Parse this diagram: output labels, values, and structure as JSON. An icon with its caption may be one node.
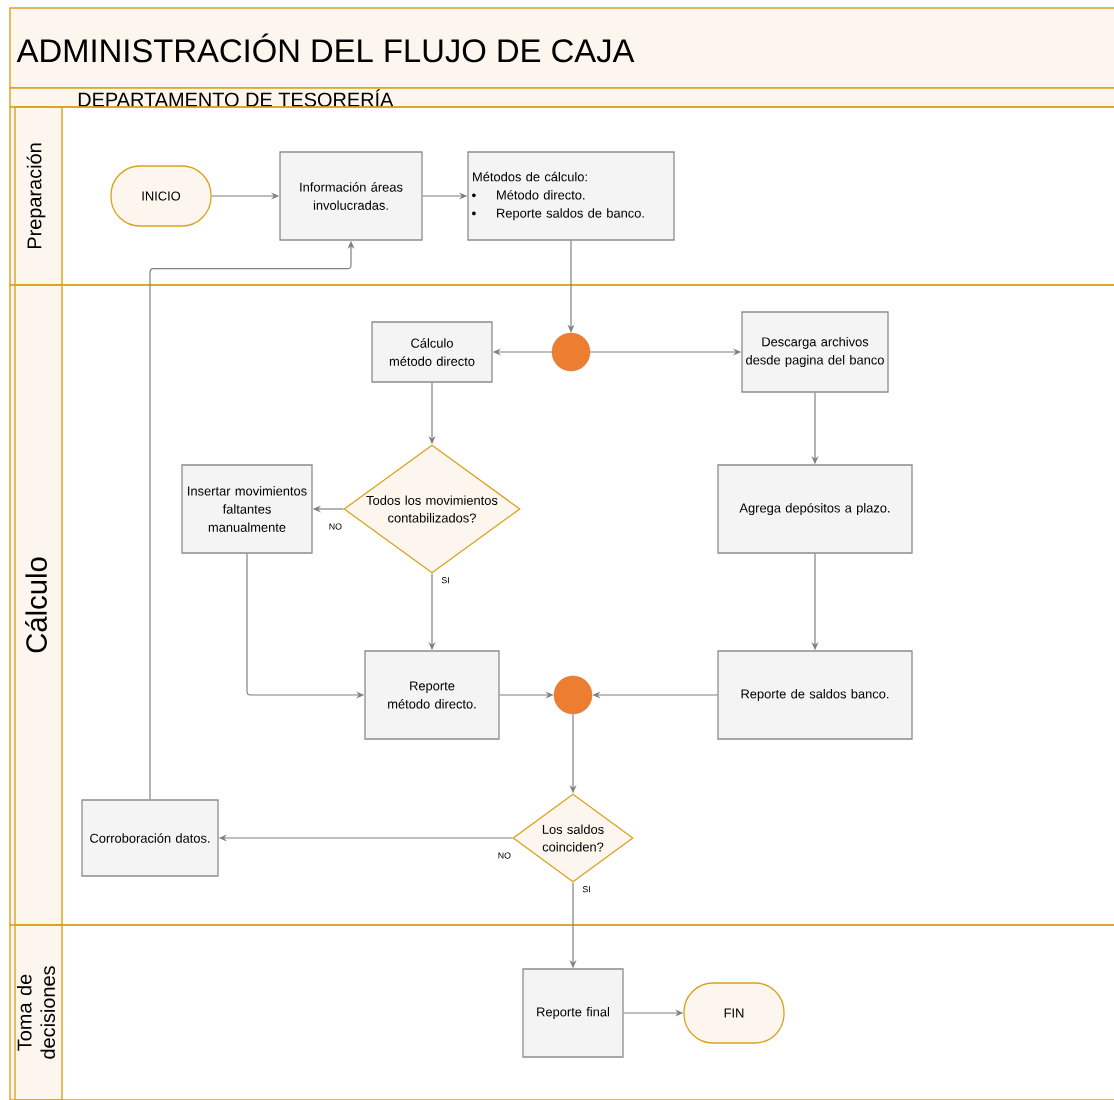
{
  "diagram": {
    "title": "ADMINISTRACIÓN DEL FLUJO DE CAJA",
    "nodes": [
      {
        "text": [
          "DEPARTAMENTO DE TESORERÍA"
        ]
      },
      {
        "text": [
          "Preparación"
        ]
      },
      {
        "text": [
          "Cálculo"
        ]
      },
      {
        "text": [
          "Toma de decisiones"
        ]
      },
      {
        "text": [
          "INICIO"
        ],
        "in": 1
      },
      {
        "text": [
          "Información áreas involucradas."
        ],
        "in": 1
      },
      {
        "text": [
          "Métodos de cálculo:",
          "Método directo.",
          "Reporte saldos de banco."
        ],
        "in": 1
      },
      {
        "text": [],
        "shape": "circle",
        "in": 2
      },
      {
        "text": [
          "Cálculo método directo"
        ],
        "in": 2
      },
      {
        "text": [
          "Descarga archivos desde pagina del banco"
        ],
        "in": 2
      },
      {
        "text": [
          "Todos los movimientos contabilizados?"
        ],
        "in": 2
      },
      {
        "text": [
          "Insertar movimientos faltantes manualmente"
        ],
        "in": 2
      },
      {
        "text": [
          "Agrega depósitos a plazo."
        ],
        "in": 2
      },
      {
        "text": [
          "Reporte método directo."
        ],
        "in": 2
      },
      {
        "text": [],
        "shape": "circle",
        "in": 2
      },
      {
        "text": [
          "Reporte de saldos banco."
        ],
        "in": 2
      },
      {
        "text": [
          "Los saldos coinciden?"
        ],
        "in": 2
      },
      {
        "text": [
          "Corroboración datos."
        ],
        "in": 2
      },
      {
        "text": [
          "Reporte final"
        ],
        "in": 3
      },
      {
        "text": [
          "FIN"
        ],
        "in": 3
      }
    ],
    "edges": [
      {
        "from": 4,
        "to": 5,
        "arrow": "to"
      },
      {
        "from": 5,
        "to": 6,
        "arrow": "to"
      },
      {
        "from": 6,
        "to": 7,
        "arrow": "to"
      },
      {
        "from": 7,
        "to": 8,
        "arrow": "to"
      },
      {
        "from": 7,
        "to": 9,
        "arrow": "to"
      },
      {
        "from": 8,
        "to": 10,
        "arrow": "to"
      },
      {
        "from": 10,
        "to": 11,
        "arrow": "to",
        "label": "NO"
      },
      {
        "from": 10,
        "to": 13,
        "arrow": "to",
        "label": "SI"
      },
      {
        "from": 11,
        "to": 13,
        "arrow": "to"
      },
      {
        "from": 9,
        "to": 12,
        "arrow": "to"
      },
      {
        "from": 12,
        "to": 15,
        "arrow": "to"
      },
      {
        "from": 13,
        "to": 14,
        "arrow": "to"
      },
      {
        "from": 15,
        "to": 14,
        "arrow": "to"
      },
      {
        "from": 14,
        "to": 16,
        "arrow": "to"
      },
      {
        "from": 16,
        "to": 17,
        "arrow": "to",
        "label": "NO"
      },
      {
        "from": 16,
        "to": 18,
        "arrow": "to",
        "label": "SI"
      },
      {
        "from": 17,
        "to": 5,
        "arrow": "to"
      },
      {
        "from": 18,
        "to": 19,
        "arrow": "to"
      }
    ]
  }
}
